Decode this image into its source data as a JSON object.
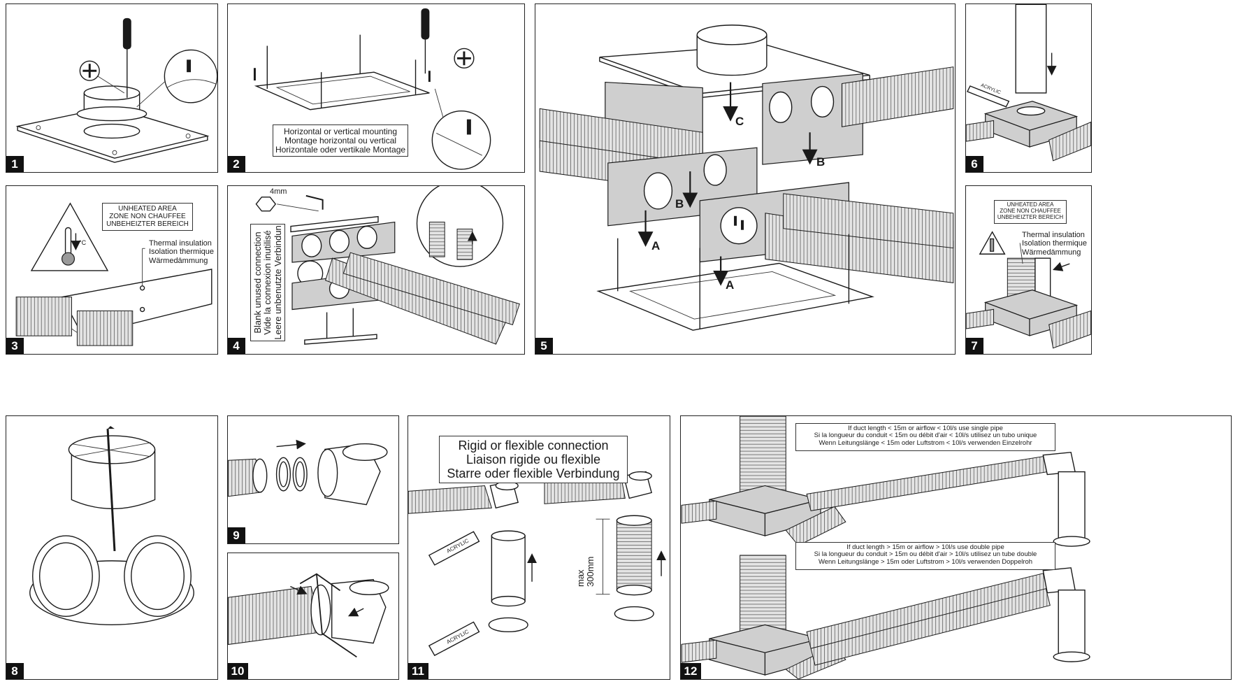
{
  "panels": {
    "p1": {
      "number": "1"
    },
    "p2": {
      "number": "2",
      "mounting": {
        "en": "Horizontal or vertical mounting",
        "fr": "Montage horizontal ou vertical",
        "de": "Horizontale oder vertikale Montage"
      }
    },
    "p3": {
      "number": "3",
      "area": {
        "en": "UNHEATED AREA",
        "fr": "ZONE NON CHAUFFEE",
        "de": "UNBEHEIZTER BEREICH"
      },
      "insulation": {
        "en": "Thermal insulation",
        "fr": "Isolation thermique",
        "de": "Wärmedämmung"
      },
      "unit": "°C"
    },
    "p4": {
      "number": "4",
      "diameter": "4mm",
      "blank": {
        "en": "Blank unused connection",
        "fr": "Vide la connexion inutilisé",
        "de": "Leere unbenutzte Verbindun"
      }
    },
    "p5": {
      "number": "5",
      "labels": {
        "a": "A",
        "b": "B",
        "c": "C"
      }
    },
    "p6": {
      "number": "6",
      "tube": "ACRYLIC"
    },
    "p7": {
      "number": "7",
      "area": {
        "en": "UNHEATED AREA",
        "fr": "ZONE NON CHAUFFEE",
        "de": "UNBEHEIZTER BEREICH"
      },
      "insulation": {
        "en": "Thermal insulation",
        "fr": "Isolation thermique",
        "de": "Wärmedämmung"
      }
    },
    "p8": {
      "number": "8"
    },
    "p9": {
      "number": "9"
    },
    "p10": {
      "number": "10"
    },
    "p11": {
      "number": "11",
      "connection": {
        "en": "Rigid or flexible connection",
        "fr": "Liaison rigide ou flexible",
        "de": "Starre oder flexible Verbindung"
      },
      "tube": "ACRYLIC",
      "max": "max",
      "length": "300mm"
    },
    "p12": {
      "number": "12",
      "single": {
        "en": "If duct length < 15m or airflow < 10l/s use single pipe",
        "fr": "Si la longueur du conduit < 15m ou débit d'air < 10l/s utilisez un tubo unique",
        "de": "Wenn Leitungslänge < 15m oder Luftstrom < 10l/s verwenden Einzelrohr"
      },
      "double": {
        "en": "If duct length > 15m or airflow > 10l/s use double pipe",
        "fr": "Si la longueur du conduit > 15m ou débit d'air > 10l/s utilisez un tube double",
        "de": "Wenn Leitungslänge > 15m oder Luftstrom > 10l/s verwenden Doppelroh"
      }
    }
  }
}
